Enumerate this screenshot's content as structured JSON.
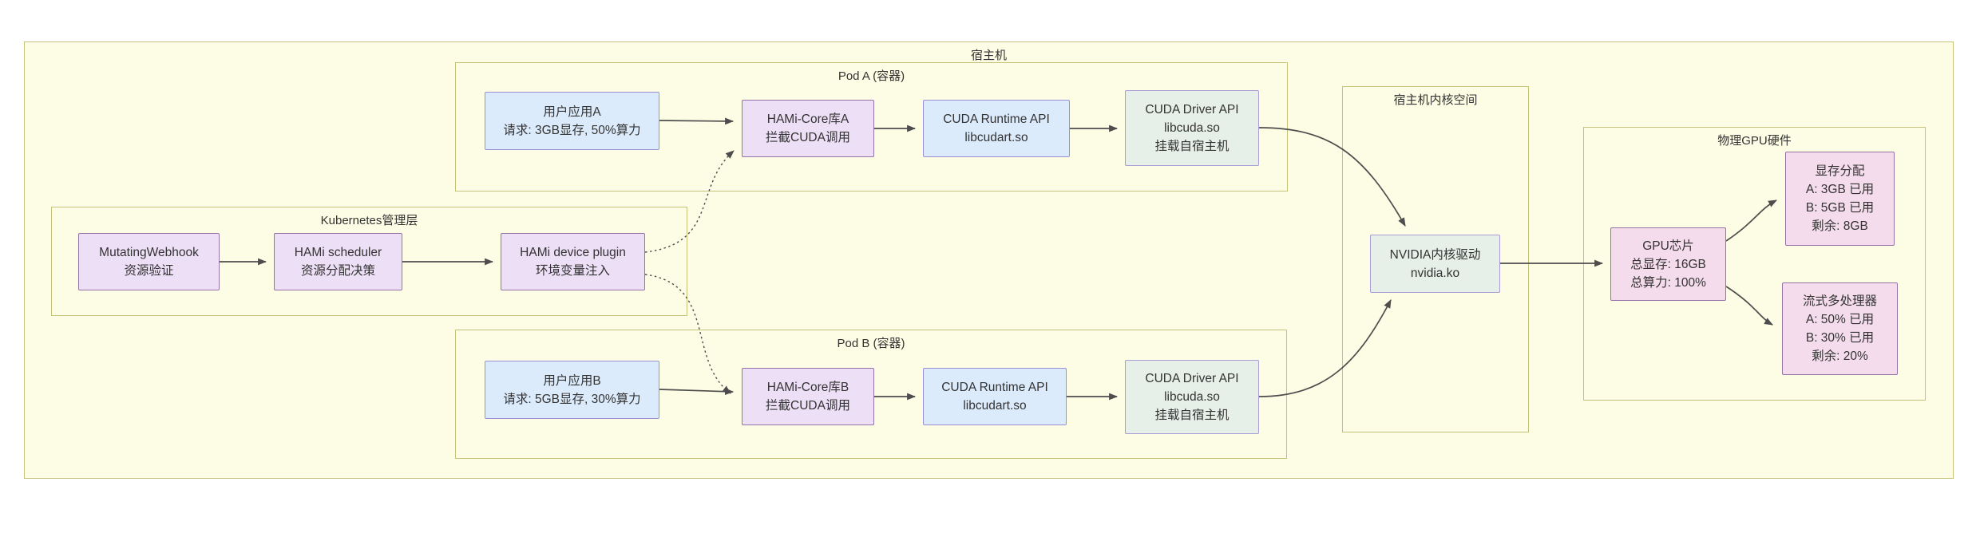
{
  "containers": {
    "host": {
      "label": "宿主机"
    },
    "pod_a": {
      "label": "Pod A (容器)"
    },
    "k8s": {
      "label": "Kubernetes管理层"
    },
    "pod_b": {
      "label": "Pod B (容器)"
    },
    "kernel_space": {
      "label": "宿主机内核空间"
    },
    "gpu_hw": {
      "label": "物理GPU硬件"
    }
  },
  "nodes": {
    "user_app_a": {
      "lines": [
        "用户应用A",
        "请求: 3GB显存, 50%算力"
      ]
    },
    "hami_core_a": {
      "lines": [
        "HAMi-Core库A",
        "拦截CUDA调用"
      ]
    },
    "cuda_runtime_a": {
      "lines": [
        "CUDA Runtime API",
        "libcudart.so"
      ]
    },
    "cuda_driver_a": {
      "lines": [
        "CUDA Driver API",
        "libcuda.so",
        "挂载自宿主机"
      ]
    },
    "mutating_webhook": {
      "lines": [
        "MutatingWebhook",
        "资源验证"
      ]
    },
    "hami_scheduler": {
      "lines": [
        "HAMi scheduler",
        "资源分配决策"
      ]
    },
    "device_plugin": {
      "lines": [
        "HAMi device plugin",
        "环境变量注入"
      ]
    },
    "user_app_b": {
      "lines": [
        "用户应用B",
        "请求: 5GB显存, 30%算力"
      ]
    },
    "hami_core_b": {
      "lines": [
        "HAMi-Core库B",
        "拦截CUDA调用"
      ]
    },
    "cuda_runtime_b": {
      "lines": [
        "CUDA Runtime API",
        "libcudart.so"
      ]
    },
    "cuda_driver_b": {
      "lines": [
        "CUDA Driver API",
        "libcuda.so",
        "挂载自宿主机"
      ]
    },
    "nvidia_driver": {
      "lines": [
        "NVIDIA内核驱动",
        "nvidia.ko"
      ]
    },
    "gpu_chip": {
      "lines": [
        "GPU芯片",
        "总显存: 16GB",
        "总算力: 100%"
      ]
    },
    "mem_alloc": {
      "lines": [
        "显存分配",
        "A: 3GB 已用",
        "B: 5GB 已用",
        "剩余: 8GB"
      ]
    },
    "sm": {
      "lines": [
        "流式多处理器",
        "A: 50% 已用",
        "B: 30% 已用",
        "剩余: 20%"
      ]
    }
  },
  "colors": {
    "container_fill": "#fdfce4",
    "container_border": "#c3c379",
    "blue_fill": "#dcebfc",
    "blue_border": "#9a8fd4",
    "lavender_fill": "#ecdff6",
    "lavender_border": "#9673a6",
    "green_fill": "#e7efe9",
    "green_border": "#a89dd4",
    "pink_fill": "#f5dcec",
    "pink_border": "#9673a6",
    "line": "#4d4d4d",
    "text": "#333333"
  }
}
